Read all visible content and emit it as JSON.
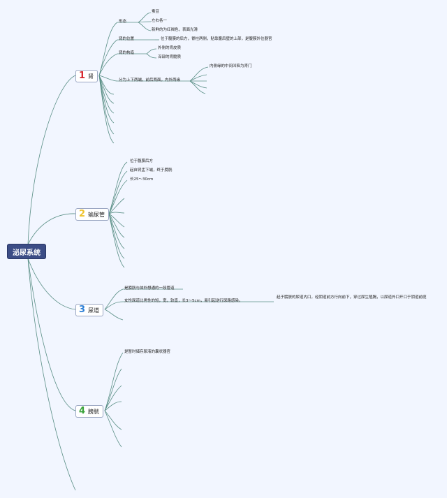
{
  "root": {
    "label": "泌尿系统"
  },
  "colors": {
    "line": "#5a8f86",
    "root_bg": "#3c4d86",
    "num1": "#d6262e",
    "num2": "#efc32d",
    "num3": "#2d7fd6",
    "num4": "#3aa33a"
  },
  "sections": [
    {
      "num": "1",
      "label": "肾",
      "items": [
        {
          "label": "形态",
          "sub": [
            "蚕豆",
            "左右各一",
            "新鲜的为红褐色，表面光滑"
          ]
        },
        {
          "label": "肾的位置",
          "sub": [
            "位于腹膜的后方，脊柱两侧，贴靠腹后壁的上部，是腹膜外位器官"
          ]
        },
        {
          "label": "肾的构造",
          "sub": [
            "外侧的肾皮质",
            "深部的肾髓质"
          ]
        },
        {
          "label": "分为上下两端，前后两面，内外两缘",
          "sub": [
            "内侧缘的中间凹陷为肾门"
          ]
        }
      ]
    },
    {
      "num": "2",
      "label": "输尿管",
      "items": [
        "位于腹膜后方",
        "起自肾盂下端，终于膀胱",
        "长25～30cm"
      ]
    },
    {
      "num": "3",
      "label": "尿道",
      "items": [
        "是膀胱与体外想通的一段管道",
        "女性尿道比男性的短，宽，较直，长3～5cm，易引起逆行尿路感染。"
      ],
      "detail": "起于膀胱的尿道内口，经阴道前方行向前下，穿过尿生殖膈，以尿道外口开口于阴道前庭"
    },
    {
      "num": "4",
      "label": "膀胱",
      "items": [
        "是暂时储存尿液的囊状器官"
      ]
    }
  ]
}
